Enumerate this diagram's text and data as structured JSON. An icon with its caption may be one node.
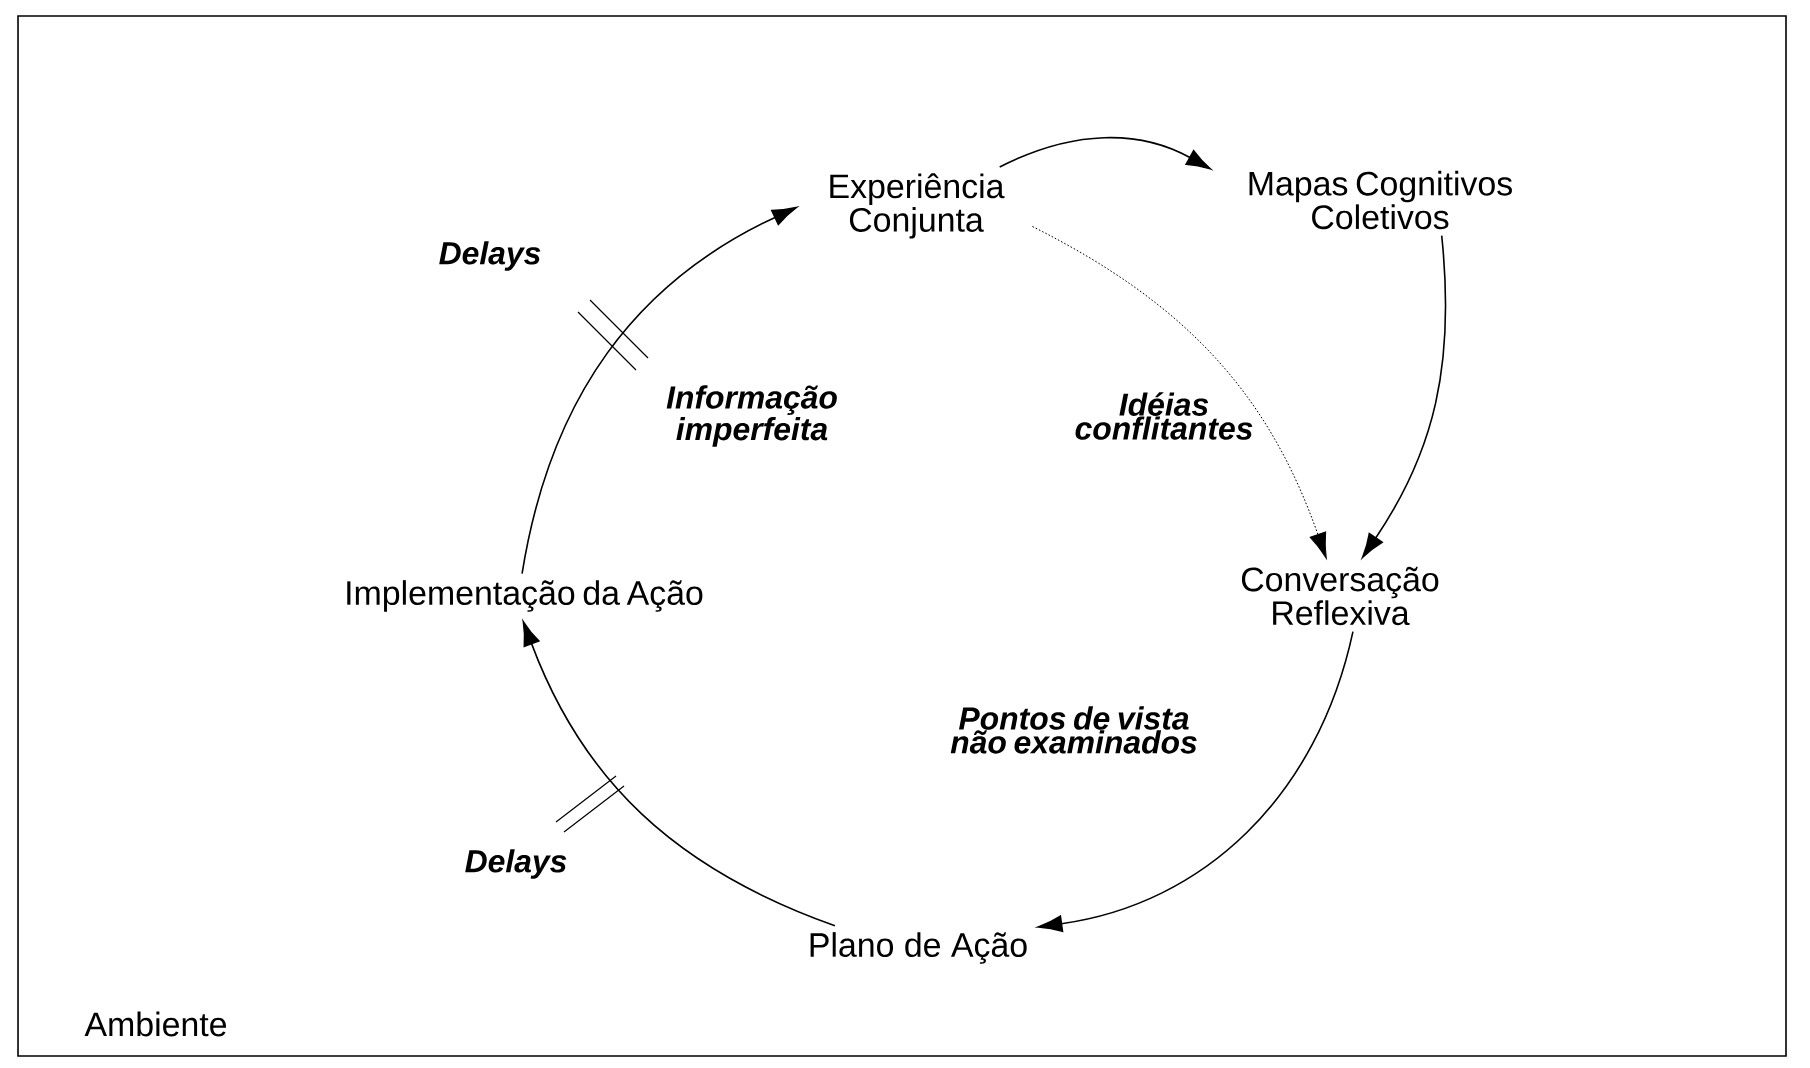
{
  "diagram": {
    "nodes": [
      {
        "text": [
          "Experiência Conjunta"
        ]
      },
      {
        "text": [
          "Mapas Cognitivos Coletivos"
        ]
      },
      {
        "text": [
          "Conversação Reflexiva"
        ]
      },
      {
        "text": [
          "Plano de Ação"
        ]
      },
      {
        "text": [
          "Implementação da Ação"
        ]
      }
    ],
    "edges": [
      {
        "from": 0,
        "to": 1,
        "arrow": "to"
      },
      {
        "from": 1,
        "to": 2,
        "arrow": "to"
      },
      {
        "from": 0,
        "to": 2,
        "arrow": "to",
        "style": "dashed",
        "label": "Idéias conflitantes"
      },
      {
        "from": 2,
        "to": 3,
        "arrow": "to",
        "label": "Pontos de vista não examinados"
      },
      {
        "from": 3,
        "to": 4,
        "arrow": "to"
      },
      {
        "from": 4,
        "to": 0,
        "arrow": "to",
        "label": "Informação imperfeita"
      }
    ],
    "labels": [
      "Delays",
      "Delays",
      "Ambiente"
    ]
  }
}
